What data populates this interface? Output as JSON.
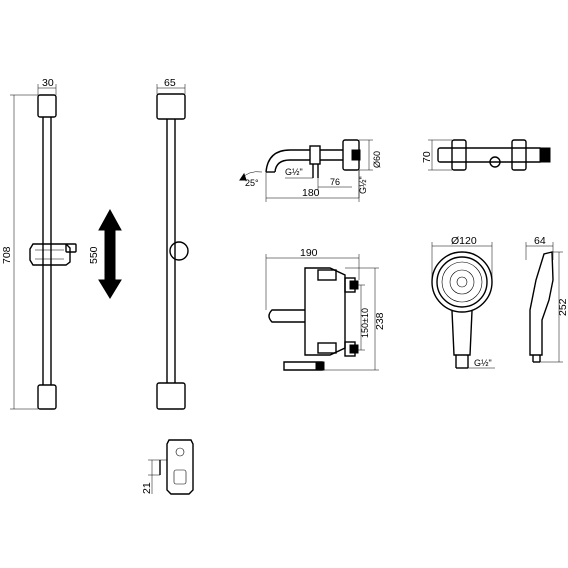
{
  "dimensions": {
    "rail_side_width": "30",
    "rail_length": "708",
    "rail_front_width": "65",
    "slider_travel": "550",
    "bracket_depth": "21",
    "mixer_angle": "25°",
    "mixer_inlet_thread": "G½\"",
    "mixer_offset": "76",
    "mixer_body_length": "180",
    "mixer_knob_diameter": "Ø60",
    "mixer_outlet_thread": "G½\"",
    "mixer_height": "70",
    "mixer_projection": "190",
    "mixer_centres": "150±10",
    "mixer_overall_height": "238",
    "handshower_diameter": "Ø120",
    "handshower_thread": "G½\"",
    "handshower_side_width": "64",
    "handshower_length": "252"
  }
}
